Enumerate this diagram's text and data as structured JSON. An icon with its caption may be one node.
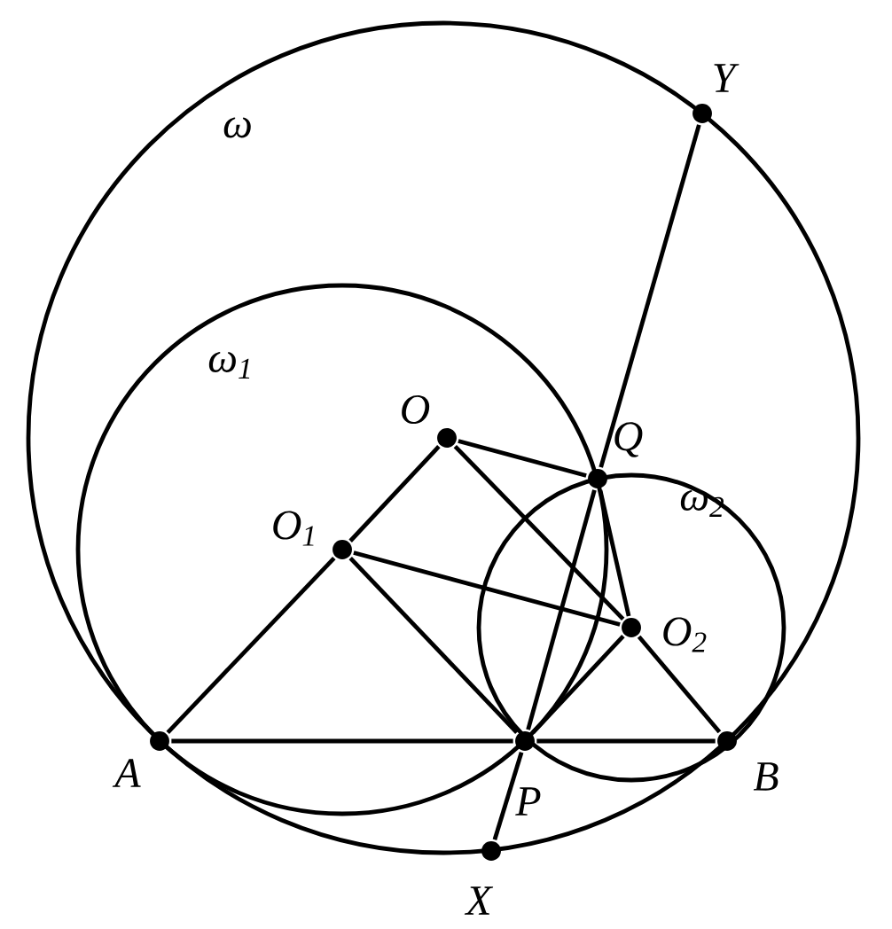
{
  "diagram": {
    "nodes": [
      {
        "text": [
          "Y"
        ]
      },
      {
        "text": [
          "O"
        ]
      },
      {
        "text": [
          "Q"
        ]
      },
      {
        "text": [
          "O$_{1}$"
        ]
      },
      {
        "text": [
          "O$_{2}$"
        ]
      },
      {
        "text": [
          "A"
        ]
      },
      {
        "text": [
          "P"
        ]
      },
      {
        "text": [
          "B"
        ]
      },
      {
        "text": [
          "X"
        ]
      }
    ],
    "edges": [
      {
        "from": 5,
        "to": 6,
        "arrow": "none"
      },
      {
        "from": 6,
        "to": 7,
        "arrow": "none"
      },
      {
        "from": 5,
        "to": 3,
        "arrow": "none"
      },
      {
        "from": 3,
        "to": 1,
        "arrow": "none"
      },
      {
        "from": 1,
        "to": 2,
        "arrow": "none"
      },
      {
        "from": 1,
        "to": 4,
        "arrow": "none"
      },
      {
        "from": 4,
        "to": 7,
        "arrow": "none"
      },
      {
        "from": 3,
        "to": 6,
        "arrow": "none"
      },
      {
        "from": 3,
        "to": 4,
        "arrow": "none"
      },
      {
        "from": 2,
        "to": 4,
        "arrow": "none"
      },
      {
        "from": 4,
        "to": 6,
        "arrow": "none"
      },
      {
        "from": 8,
        "to": 6,
        "arrow": "none"
      },
      {
        "from": 6,
        "to": 2,
        "arrow": "none"
      },
      {
        "from": 2,
        "to": 0,
        "arrow": "none"
      }
    ],
    "labels": [
      "ω",
      "ω$_{1}$",
      "ω$_{2}$"
    ]
  }
}
